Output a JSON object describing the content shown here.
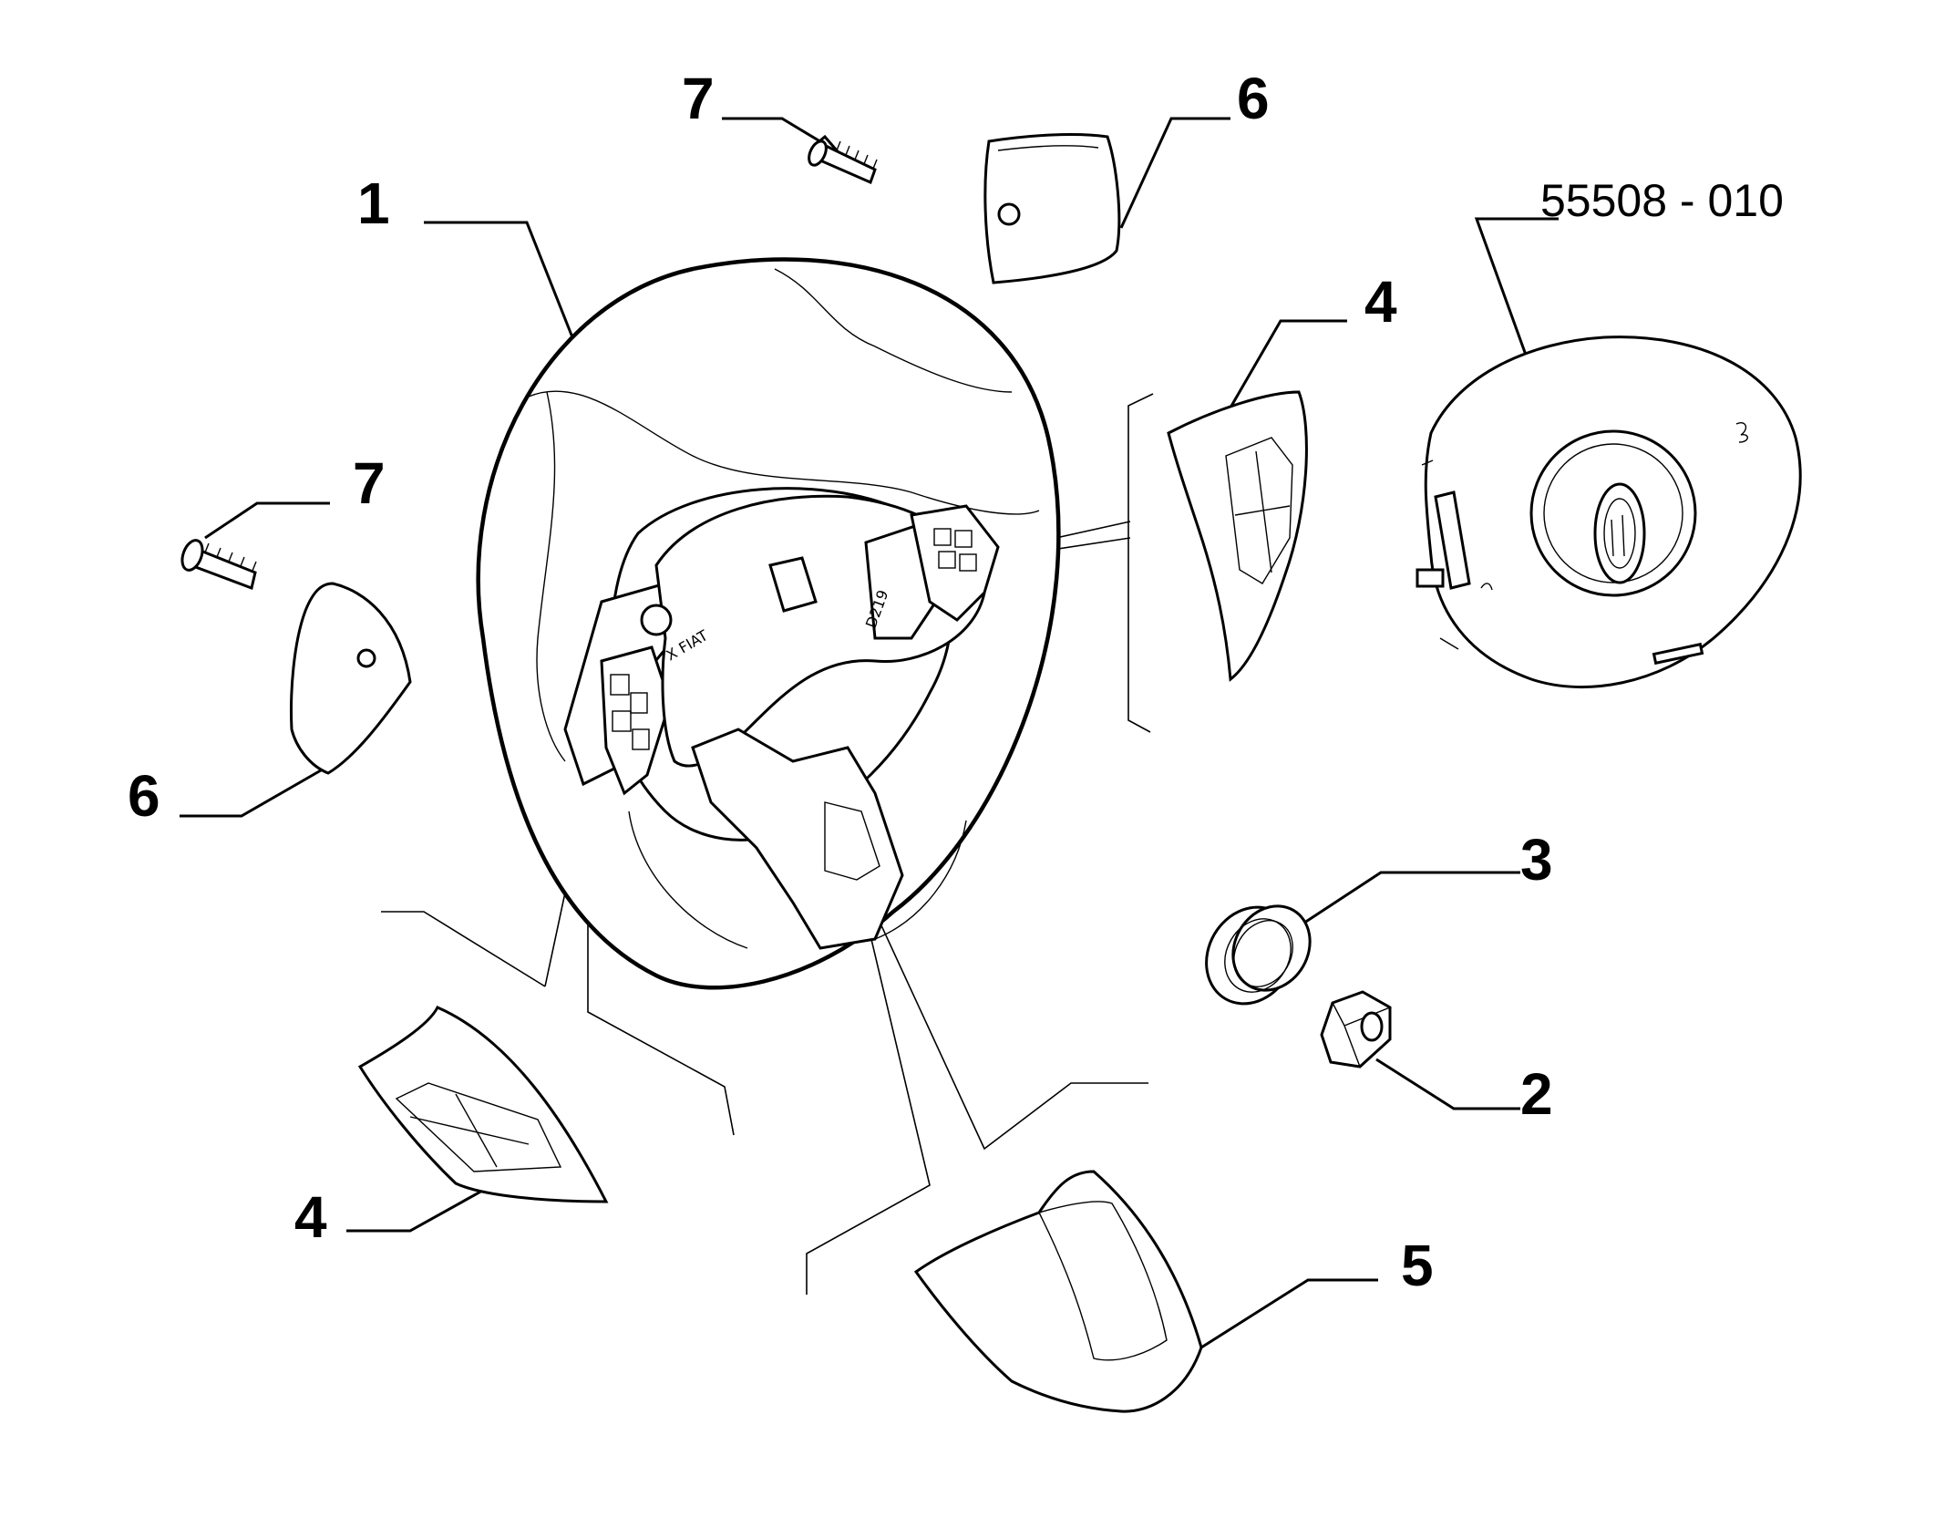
{
  "diagram": {
    "reference_code": "55508 - 010",
    "callouts": {
      "steering_wheel": "1",
      "nut": "2",
      "ring": "3",
      "switch_panel_left": "4",
      "switch_panel_right": "4",
      "lower_cover": "5",
      "cap_left": "6",
      "cap_top": "6",
      "screw_top": "7",
      "screw_left": "7"
    },
    "wheel_markings": {
      "hub_brand": "X FIAT",
      "spoke_code": "D219"
    }
  }
}
